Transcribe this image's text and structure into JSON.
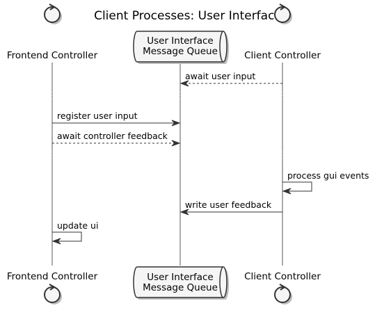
{
  "diagram": {
    "title": "Client Processes: User Interface",
    "participants": [
      {
        "id": "frontend",
        "label": [
          "Frontend Controller"
        ],
        "shape": "control"
      },
      {
        "id": "queue",
        "label": [
          "User Interface",
          "Message Queue"
        ],
        "shape": "queue"
      },
      {
        "id": "client",
        "label": [
          "Client Controller"
        ],
        "shape": "control"
      }
    ],
    "steps": [
      {
        "kind": "message",
        "from": "client",
        "to": "queue",
        "label": "await user input",
        "style": "dashed"
      },
      {
        "kind": "divider"
      },
      {
        "kind": "message",
        "from": "frontend",
        "to": "queue",
        "label": "register user input",
        "style": "solid"
      },
      {
        "kind": "message",
        "from": "frontend",
        "to": "queue",
        "label": "await controller feedback",
        "style": "dashed"
      },
      {
        "kind": "divider"
      },
      {
        "kind": "self",
        "on": "client",
        "label": "process gui events",
        "style": "solid"
      },
      {
        "kind": "message",
        "from": "client",
        "to": "queue",
        "label": "write user feedback",
        "style": "solid"
      },
      {
        "kind": "self",
        "on": "frontend",
        "label": "update ui",
        "style": "solid"
      }
    ],
    "colors": {
      "shape_fill": "#f5f5f5",
      "shape_stroke": "#333333",
      "shadow": "#bbbbbb",
      "line": "#333333"
    }
  }
}
